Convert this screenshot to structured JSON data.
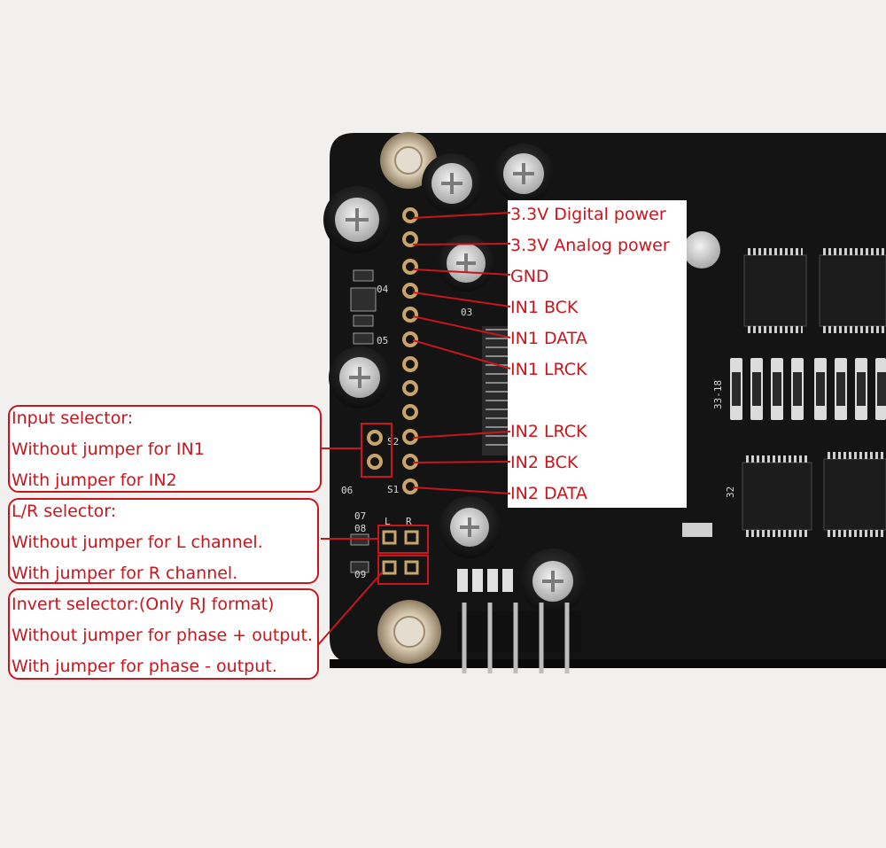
{
  "pin_labels": [
    "3.3V Digital power",
    "3.3V Analog power",
    "GND",
    "IN1 BCK",
    "IN1 DATA",
    "IN1 LRCK",
    "IN2 LRCK",
    "IN2 BCK",
    "IN2 DATA"
  ],
  "callouts": [
    {
      "title": "Input selector:",
      "line1": "Without jumper for IN1",
      "line2": "With jumper for IN2"
    },
    {
      "title": "L/R selector:",
      "line1": "Without jumper for L channel.",
      "line2": "With jumper for R channel."
    },
    {
      "title": "Invert selector:(Only RJ format)",
      "line1": "Without jumper for phase + output.",
      "line2": "With jumper for phase - output."
    }
  ],
  "board_markings": {
    "r1": "04",
    "r2": "05",
    "ic": "03",
    "r3": "06",
    "r4": "07",
    "r5": "08",
    "r6": "09",
    "s2": "S2",
    "s1": "S1",
    "l": "L",
    "r": "R",
    "num1": "33-18",
    "num2": "32"
  },
  "colors": {
    "label": "#c8161d",
    "board": "#141414",
    "background": "#f1f0ee",
    "pad": "#c9a56a"
  }
}
